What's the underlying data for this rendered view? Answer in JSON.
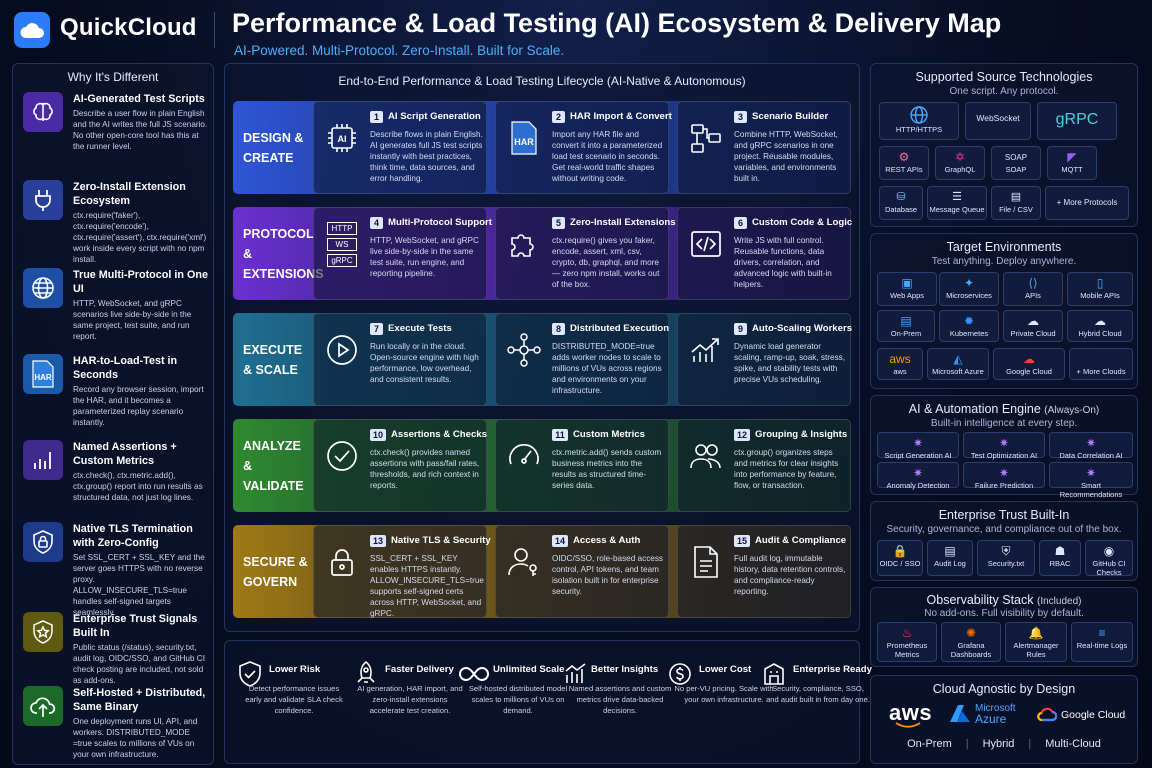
{
  "header": {
    "brand": "QuickCloud",
    "title": "Performance & Load Testing (AI) Ecosystem & Delivery Map",
    "subtitle": "AI-Powered. Multi-Protocol. Zero-Install. Built for Scale."
  },
  "left": {
    "title": "Why It's Different",
    "items": [
      {
        "title": "AI-Generated Test Scripts",
        "desc": "Describe a user flow in plain English and the AI writes the full JS scenario. No other open-core tool has this at the runner level."
      },
      {
        "title": "Zero-Install Extension Ecosystem",
        "desc": "ctx.require('faker'), ctx.require('encode'), ctx.require('assert'), ctx.require('xml') work inside every script with no npm install."
      },
      {
        "title": "True Multi-Protocol in One UI",
        "desc": "HTTP, WebSocket, and gRPC scenarios live side-by-side in the same project, test suite, and run report."
      },
      {
        "title": "HAR-to-Load-Test in Seconds",
        "desc": "Record any browser session, import the HAR, and it becomes a parameterized replay scenario instantly."
      },
      {
        "title": "Named Assertions + Custom Metrics",
        "desc": "ctx.check(), ctx.metric.add(), ctx.group() report into run results as structured data, not just log lines."
      },
      {
        "title": "Native TLS Termination with Zero-Config",
        "desc": "Set SSL_CERT + SSL_KEY and the server goes HTTPS with no reverse proxy. ALLOW_INSECURE_TLS=true handles self-signed targets seamlessly."
      },
      {
        "title": "Enterprise Trust Signals Built In",
        "desc": "Public status (/status), security.txt, audit log, OIDC/SSO, and GitHub CI check posting are included, not sold as add-ons."
      },
      {
        "title": "Self-Hosted + Distributed, Same Binary",
        "desc": "One deployment runs UI, API, and workers. DISTRIBUTED_MODE =true scales to millions of VUs on your own infrastructure."
      }
    ]
  },
  "center": {
    "title": "End-to-End Performance & Load Testing Lifecycle (AI-Native & Autonomous)",
    "rows": [
      {
        "label": "DESIGN & CREATE",
        "color": "#2f56d8",
        "steps": [
          {
            "num": "1",
            "title": "AI Script Generation",
            "desc": "Describe flows in plain English. AI generates full JS test scripts instantly with best practices, think time, data sources, and error handling."
          },
          {
            "num": "2",
            "title": "HAR Import & Convert",
            "desc": "Import any HAR file and convert it into a parameterized load test scenario in seconds. Get real-world traffic shapes without writing code."
          },
          {
            "num": "3",
            "title": "Scenario Builder",
            "desc": "Combine HTTP, WebSocket, and gRPC scenarios in one project. Reusable modules, variables, and environments built in."
          }
        ]
      },
      {
        "label": "PROTOCOL & EXTENSIONS",
        "color": "#6a30d0",
        "steps": [
          {
            "num": "4",
            "title": "Multi-Protocol Support",
            "desc": "HTTP, WebSocket, and gRPC live side-by-side in the same test suite, run engine, and reporting pipeline."
          },
          {
            "num": "5",
            "title": "Zero-Install Extensions",
            "desc": "ctx.require() gives you faker, encode, assert, xml, csv, crypto, db, graphql, and more — zero npm install, works out of the box."
          },
          {
            "num": "6",
            "title": "Custom Code & Logic",
            "desc": "Write JS with full control. Reusable functions, data drivers, correlation, and advanced logic with built-in helpers."
          }
        ]
      },
      {
        "label": "EXECUTE & SCALE",
        "color": "#1f6f92",
        "steps": [
          {
            "num": "7",
            "title": "Execute Tests",
            "desc": "Run locally or in the cloud. Open-source engine with high performance, low overhead, and consistent results."
          },
          {
            "num": "8",
            "title": "Distributed Execution",
            "desc": "DISTRIBUTED_MODE=true adds worker nodes to scale to millions of VUs across regions and environments on your infrastructure."
          },
          {
            "num": "9",
            "title": "Auto-Scaling Workers",
            "desc": "Dynamic load generator scaling, ramp-up, soak, stress, spike, and stability tests with precise VUs scheduling."
          }
        ]
      },
      {
        "label": "ANALYZE & VALIDATE",
        "color": "#2f8a30",
        "steps": [
          {
            "num": "10",
            "title": "Assertions & Checks",
            "desc": "ctx.check() provides named assertions with pass/fail rates, thresholds, and rich context in reports."
          },
          {
            "num": "11",
            "title": "Custom Metrics",
            "desc": "ctx.metric.add() sends custom business metrics into the results as structured time-series data."
          },
          {
            "num": "12",
            "title": "Grouping & Insights",
            "desc": "ctx.group() organizes steps and metrics for clear insights into performance by feature, flow, or transaction."
          }
        ]
      },
      {
        "label": "SECURE & GOVERN",
        "color": "#a07a14",
        "steps": [
          {
            "num": "13",
            "title": "Native TLS & Security",
            "desc": "SSL_CERT + SSL_KEY enables HTTPS instantly. ALLOW_INSECURE_TLS=true supports self-signed certs across HTTP, WebSocket, and gRPC."
          },
          {
            "num": "14",
            "title": "Access & Auth",
            "desc": "OIDC/SSO, role-based access control, API tokens, and team isolation built in for enterprise security."
          },
          {
            "num": "15",
            "title": "Audit & Compliance",
            "desc": "Full audit log, immutable history, data retention controls, and compliance-ready reporting."
          }
        ]
      }
    ]
  },
  "bottom": [
    {
      "title": "Lower Risk",
      "desc": "Detect performance issues early and validate SLA check confidence."
    },
    {
      "title": "Faster Delivery",
      "desc": "AI generation, HAR import, and zero-install extensions accelerate test creation."
    },
    {
      "title": "Unlimited Scale",
      "desc": "Self-hosted distributed model scales to millions of VUs on demand."
    },
    {
      "title": "Better Insights",
      "desc": "Named assertions and custom metrics drive data-backed decisions."
    },
    {
      "title": "Lower Cost",
      "desc": "No per-VU pricing. Scale with your own infrastructure."
    },
    {
      "title": "Enterprise Ready",
      "desc": "Security, compliance, SSO, and audit built in from day one."
    }
  ],
  "right": {
    "sources": {
      "title": "Supported Source Technologies",
      "sub": "One script. Any protocol.",
      "chips": [
        "HTTP/HTTPS",
        "WebSocket",
        "gRPC",
        "REST APIs",
        "GraphQL",
        "SOAP",
        "MQTT",
        "Database",
        "Message Queue",
        "File / CSV",
        "+ More Protocols"
      ]
    },
    "targets": {
      "title": "Target Environments",
      "sub": "Test anything. Deploy anywhere.",
      "chips": [
        "Web Apps",
        "Microservices",
        "APIs",
        "Mobile APIs",
        "On-Prem",
        "Kubernetes",
        "Private Cloud",
        "Hybrid Cloud",
        "aws",
        "Microsoft Azure",
        "Google Cloud",
        "+ More Clouds"
      ]
    },
    "ai": {
      "title": "AI & Automation Engine",
      "title2": "(Always-On)",
      "sub": "Built-in intelligence at every step.",
      "chips": [
        "Script Generation AI",
        "Test Optimization AI",
        "Data Correlation AI",
        "Anomaly Detection",
        "Failure Prediction",
        "Smart Recommendations"
      ]
    },
    "trust": {
      "title": "Enterprise Trust Built-In",
      "sub": "Security, governance, and compliance out of the box.",
      "chips": [
        "OIDC / SSO",
        "Audit Log",
        "Security.txt",
        "RBAC",
        "GitHub CI Checks"
      ]
    },
    "obs": {
      "title": "Observability Stack",
      "title2": "(Included)",
      "sub": "No add-ons. Full visibility by default.",
      "chips": [
        "Prometheus Metrics",
        "Grafana Dashboards",
        "Alertmanager Rules",
        "Real-time Logs"
      ]
    },
    "cloud": {
      "title": "Cloud Agnostic by Design",
      "aws": "aws",
      "azure1": "Microsoft",
      "azure2": "Azure",
      "gcp": "Google Cloud",
      "modes": [
        "On-Prem",
        "Hybrid",
        "Multi-Cloud"
      ]
    }
  }
}
